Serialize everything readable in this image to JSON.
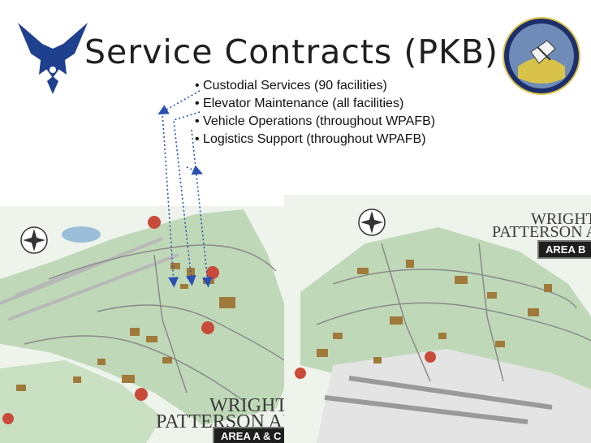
{
  "title": "Service Contracts (PKB)",
  "bullets": [
    "Custodial Services (90 facilities)",
    "Elevator Maintenance (all facilities)",
    "Vehicle Operations (throughout WPAFB)",
    "Logistics Support (throughout WPAFB)"
  ],
  "map_left": {
    "title_line1": "WRIGHT-",
    "title_line2": "PATTERSON AFB",
    "area": "AREA A & C"
  },
  "map_right": {
    "title_line1": "WRIGHT-",
    "title_line2": "PATTERSON AFB",
    "area": "AREA B"
  },
  "colors": {
    "logo_blue": "#1f3f8f",
    "arrow_blue": "#2a4fb0",
    "map_bg": "#eef3ec",
    "map_green": "#bfd9b8",
    "building": "#a07a3a"
  },
  "icons": [
    "air-force-wings-logo",
    "contracting-squadron-badge",
    "compass-rose-icon"
  ]
}
